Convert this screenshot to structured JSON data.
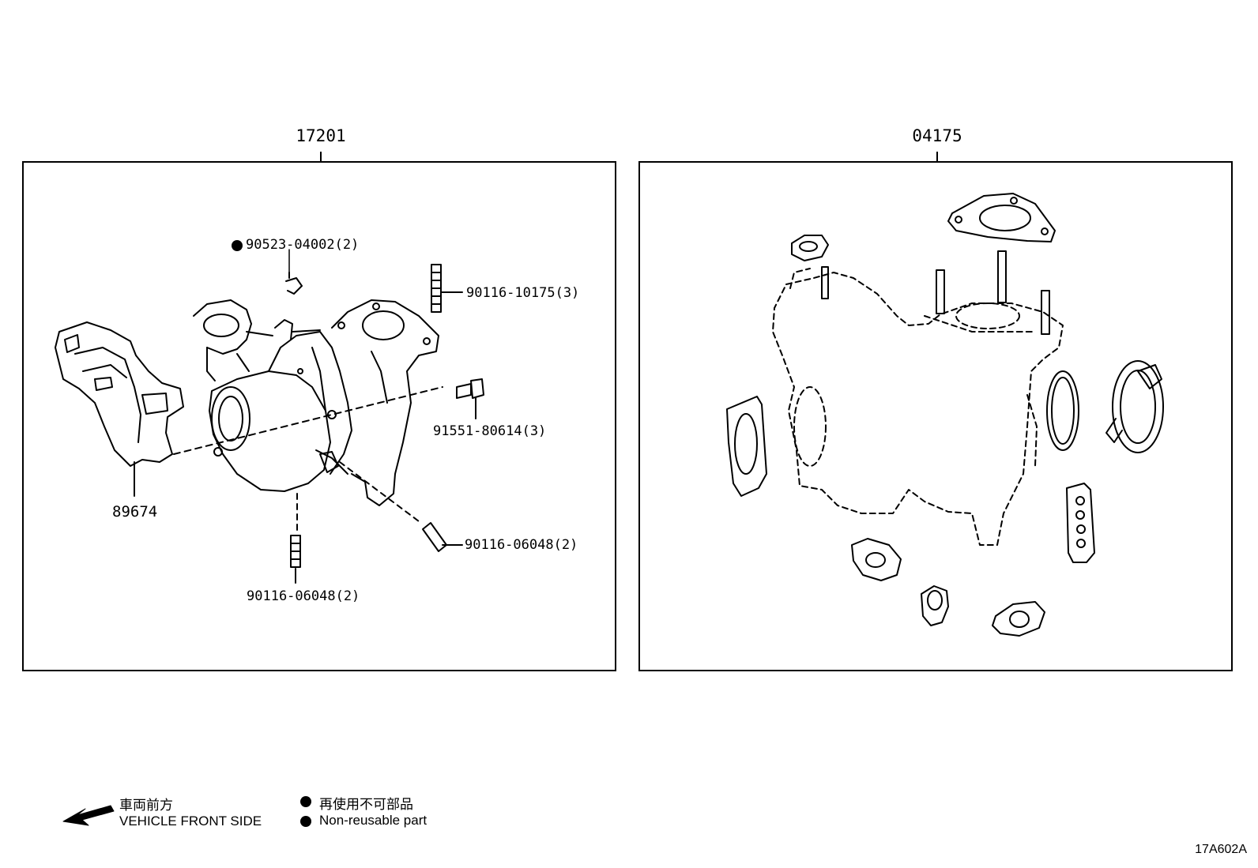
{
  "groups": {
    "left": {
      "number": "17201"
    },
    "right": {
      "number": "04175"
    }
  },
  "parts": {
    "p1": {
      "prefix_marker": "non-reusable",
      "number": "90523-04002(2)"
    },
    "p2": {
      "number": "90116-10175(3)"
    },
    "p3": {
      "number": "91551-80614(3)"
    },
    "p4": {
      "number": "90116-06048(2)"
    },
    "p5": {
      "number": "90116-06048(2)"
    },
    "p6": {
      "number": "89674"
    }
  },
  "legend": {
    "front_jp": "車両前方",
    "front_en": "VEHICLE FRONT SIDE",
    "nonreuse_jp": "再使用不可部品",
    "nonreuse_en": "Non-reusable part",
    "arrow_icon": "arrow-left-icon",
    "bullet_icon": "filled-circle-icon"
  },
  "diagram_code": "17A602A"
}
